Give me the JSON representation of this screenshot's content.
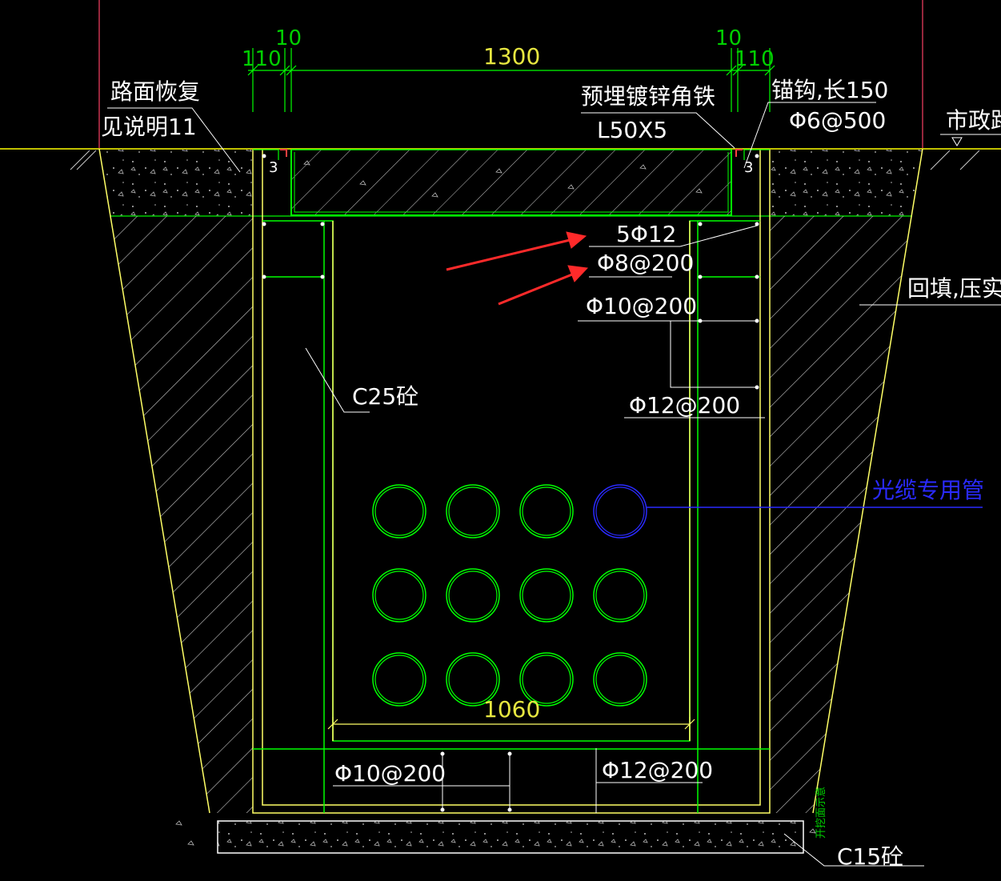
{
  "labels": {
    "road_restore": "路面恢复",
    "see_note": "见说明11",
    "embedded_angle": "预埋镀锌角铁",
    "angle_size": "L50X5",
    "anchor_hook": "锚钩,长150",
    "anchor_spacing": "Φ6@500",
    "municipal_road": "市政路面",
    "rebar_main": "5Φ12",
    "rebar_stirrup": "Φ8@200",
    "wall_rebar_1": "Φ10@200",
    "wall_rebar_2": "Φ12@200",
    "backfill": "回填,压实",
    "concrete_grade": "C25砼",
    "cable_pipe": "光缆专用管",
    "base_rebar_1": "Φ10@200",
    "base_rebar_2": "Φ12@200",
    "base_concrete": "C15砼",
    "excavation_note": "开挖面示意",
    "label_3_left": "3",
    "label_3_right": "3"
  },
  "dimensions": {
    "left_110": "110",
    "left_10": "10",
    "top_1300": "1300",
    "right_10": "10",
    "right_110": "110",
    "inner_1060": "1060"
  },
  "colors": {
    "background": "#000000",
    "structure": "#00ff00",
    "outline": "#ffff66",
    "text": "#ffffff",
    "dimension": "#e6e640",
    "cable_pipe": "#2a2aff",
    "arrow": "#ff2a2a",
    "ground_line": "#ffff00",
    "border_red": "#c83250"
  },
  "pipes": {
    "rows": 3,
    "cols": 4,
    "highlighted": "row1-col4"
  }
}
